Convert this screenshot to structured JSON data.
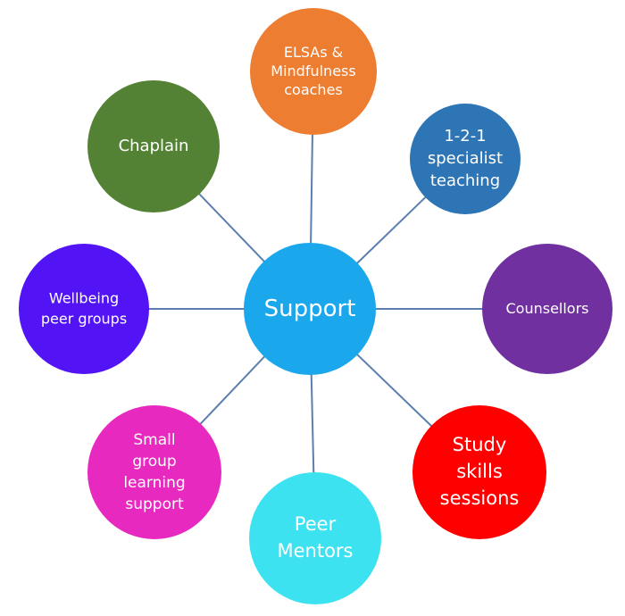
{
  "diagram": {
    "type": "hub-and-spoke",
    "center": {
      "label": [
        "Support"
      ],
      "color": "#1aa7ec"
    },
    "connector_color": "#5b7fae",
    "nodes": [
      {
        "id": "elsas",
        "label": [
          "ELSAs &",
          "Mindfulness",
          "coaches"
        ],
        "color": "#ed7d31"
      },
      {
        "id": "specialist-teaching",
        "label": [
          "1-2-1",
          "specialist",
          "teaching"
        ],
        "color": "#2e75b6"
      },
      {
        "id": "counsellors",
        "label": [
          "Counsellors"
        ],
        "color": "#7030a0"
      },
      {
        "id": "study-skills",
        "label": [
          "Study",
          "skills",
          "sessions"
        ],
        "color": "#ff0000"
      },
      {
        "id": "peer-mentors",
        "label": [
          "Peer",
          "Mentors"
        ],
        "color": "#3de2f0"
      },
      {
        "id": "small-group",
        "label": [
          "Small",
          "group",
          "learning",
          "support"
        ],
        "color": "#e829c0"
      },
      {
        "id": "wellbeing",
        "label": [
          "Wellbeing",
          "peer groups"
        ],
        "color": "#5214f5"
      },
      {
        "id": "chaplain",
        "label": [
          "Chaplain"
        ],
        "color": "#548235"
      }
    ]
  }
}
